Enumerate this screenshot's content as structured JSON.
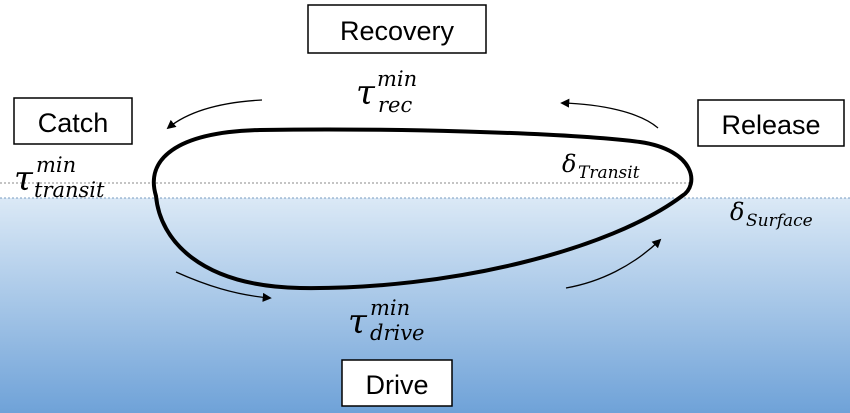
{
  "phases": {
    "recovery": "Recovery",
    "catch": "Catch",
    "release": "Release",
    "drive": "Drive"
  },
  "symbols": {
    "tau": "τ",
    "delta": "δ",
    "min": "min",
    "rec": "rec",
    "transit": "transit",
    "drive": "drive",
    "Transit": "Transit",
    "Surface": "Surface"
  },
  "colors": {
    "water_top": "#dbe9f6",
    "water_bottom": "#6fa2d8",
    "loop_stroke": "#000000",
    "dotted_line": "#888888"
  }
}
